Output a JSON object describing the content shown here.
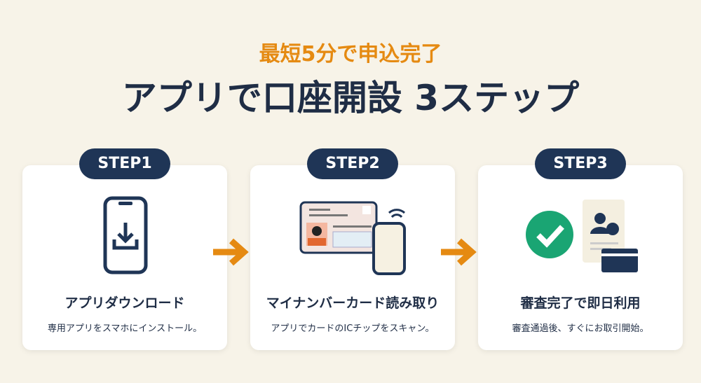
{
  "header": {
    "subtitle": "最短5分で申込完了",
    "title": "アプリで口座開設 3ステップ"
  },
  "steps": [
    {
      "badge": "STEP1",
      "title": "アプリダウンロード",
      "desc": "専用アプリをスマホにインストール。"
    },
    {
      "badge": "STEP2",
      "title": "マイナンバーカード読み取り",
      "desc": "アプリでカードのICチップをスキャン。"
    },
    {
      "badge": "STEP3",
      "title": "審査完了で即日利用",
      "desc": "審査通過後、すぐにお取引開始。"
    }
  ],
  "colors": {
    "accent": "#e58a12",
    "navy": "#1f3556",
    "green": "#1aa573"
  }
}
